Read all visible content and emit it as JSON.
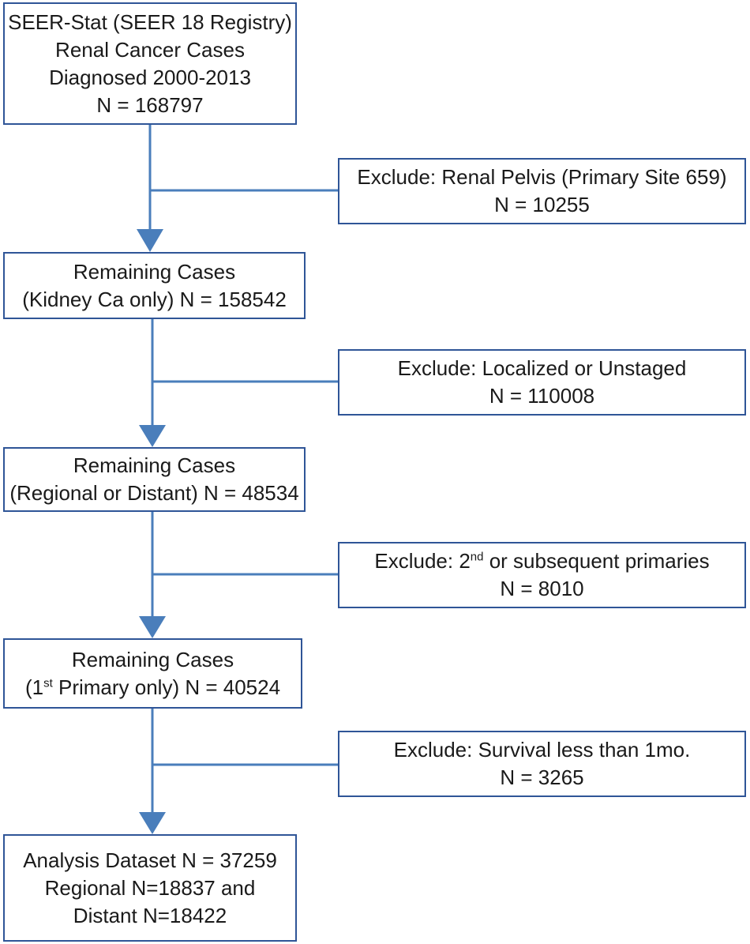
{
  "flow": {
    "steps": [
      {
        "lines": [
          "SEER-Stat (SEER 18 Registry)",
          "Renal Cancer Cases",
          "Diagnosed 2000-2013",
          "N = 168797"
        ]
      },
      {
        "lines": [
          "Remaining Cases",
          "(Kidney Ca only) N = 158542"
        ]
      },
      {
        "lines": [
          "Remaining Cases",
          "(Regional or Distant) N = 48534"
        ]
      },
      {
        "line1": "Remaining Cases",
        "l2_pre": "(1",
        "l2_sup": "st",
        "l2_post": " Primary only) N = 40524"
      },
      {
        "lines": [
          "Analysis Dataset N = 37259",
          "Regional N=18837 and",
          "Distant N=18422"
        ]
      }
    ],
    "exclusions": [
      {
        "lines": [
          "Exclude: Renal Pelvis (Primary Site 659)",
          "N = 10255"
        ]
      },
      {
        "lines": [
          "Exclude: Localized or Unstaged",
          "N = 110008"
        ]
      },
      {
        "l1_pre": "Exclude: 2",
        "l1_sup": "nd",
        "l1_post": " or subsequent primaries",
        "line2": "N = 8010"
      },
      {
        "lines": [
          "Exclude: Survival less than 1mo.",
          "N = 3265"
        ]
      }
    ]
  },
  "colors": {
    "line": "#4a7ebb",
    "border": "#2f5597"
  }
}
